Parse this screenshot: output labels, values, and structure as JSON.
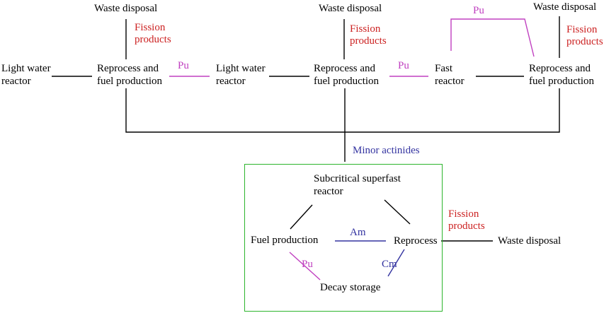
{
  "colors": {
    "fission_red": "#cc2222",
    "pu_purple": "#c040c0",
    "actinide_navy": "#3333a0",
    "loop_box_green": "#2db52d",
    "arrow_black": "#000000"
  },
  "top": {
    "waste_disposal_1": "Waste disposal",
    "fission_products_1": "Fission\nproducts",
    "waste_disposal_2": "Waste disposal",
    "fission_products_2": "Fission\nproducts",
    "waste_disposal_3": "Waste disposal",
    "fission_products_3": "Fission\nproducts",
    "pu_recycle": "Pu"
  },
  "main_row": {
    "light_water_reactor_1": "Light water\nreactor",
    "reprocess_1": "Reprocess and\nfuel production",
    "pu_1": "Pu",
    "light_water_reactor_2": "Light water\nreactor",
    "reprocess_2": "Reprocess and\nfuel production",
    "pu_2": "Pu",
    "fast_reactor": "Fast\nreactor",
    "reprocess_3": "Reprocess and\nfuel production"
  },
  "transfer": {
    "minor_actinides": "Minor actinides"
  },
  "loop": {
    "reactor": "Subcritical superfast\nreactor",
    "fuel_production": "Fuel production",
    "reprocess": "Reprocess",
    "am_label": "Am",
    "cm_label": "Cm",
    "pu_label": "Pu",
    "decay_storage": "Decay storage",
    "fission_products": "Fission\nproducts",
    "waste_disposal": "Waste disposal"
  }
}
